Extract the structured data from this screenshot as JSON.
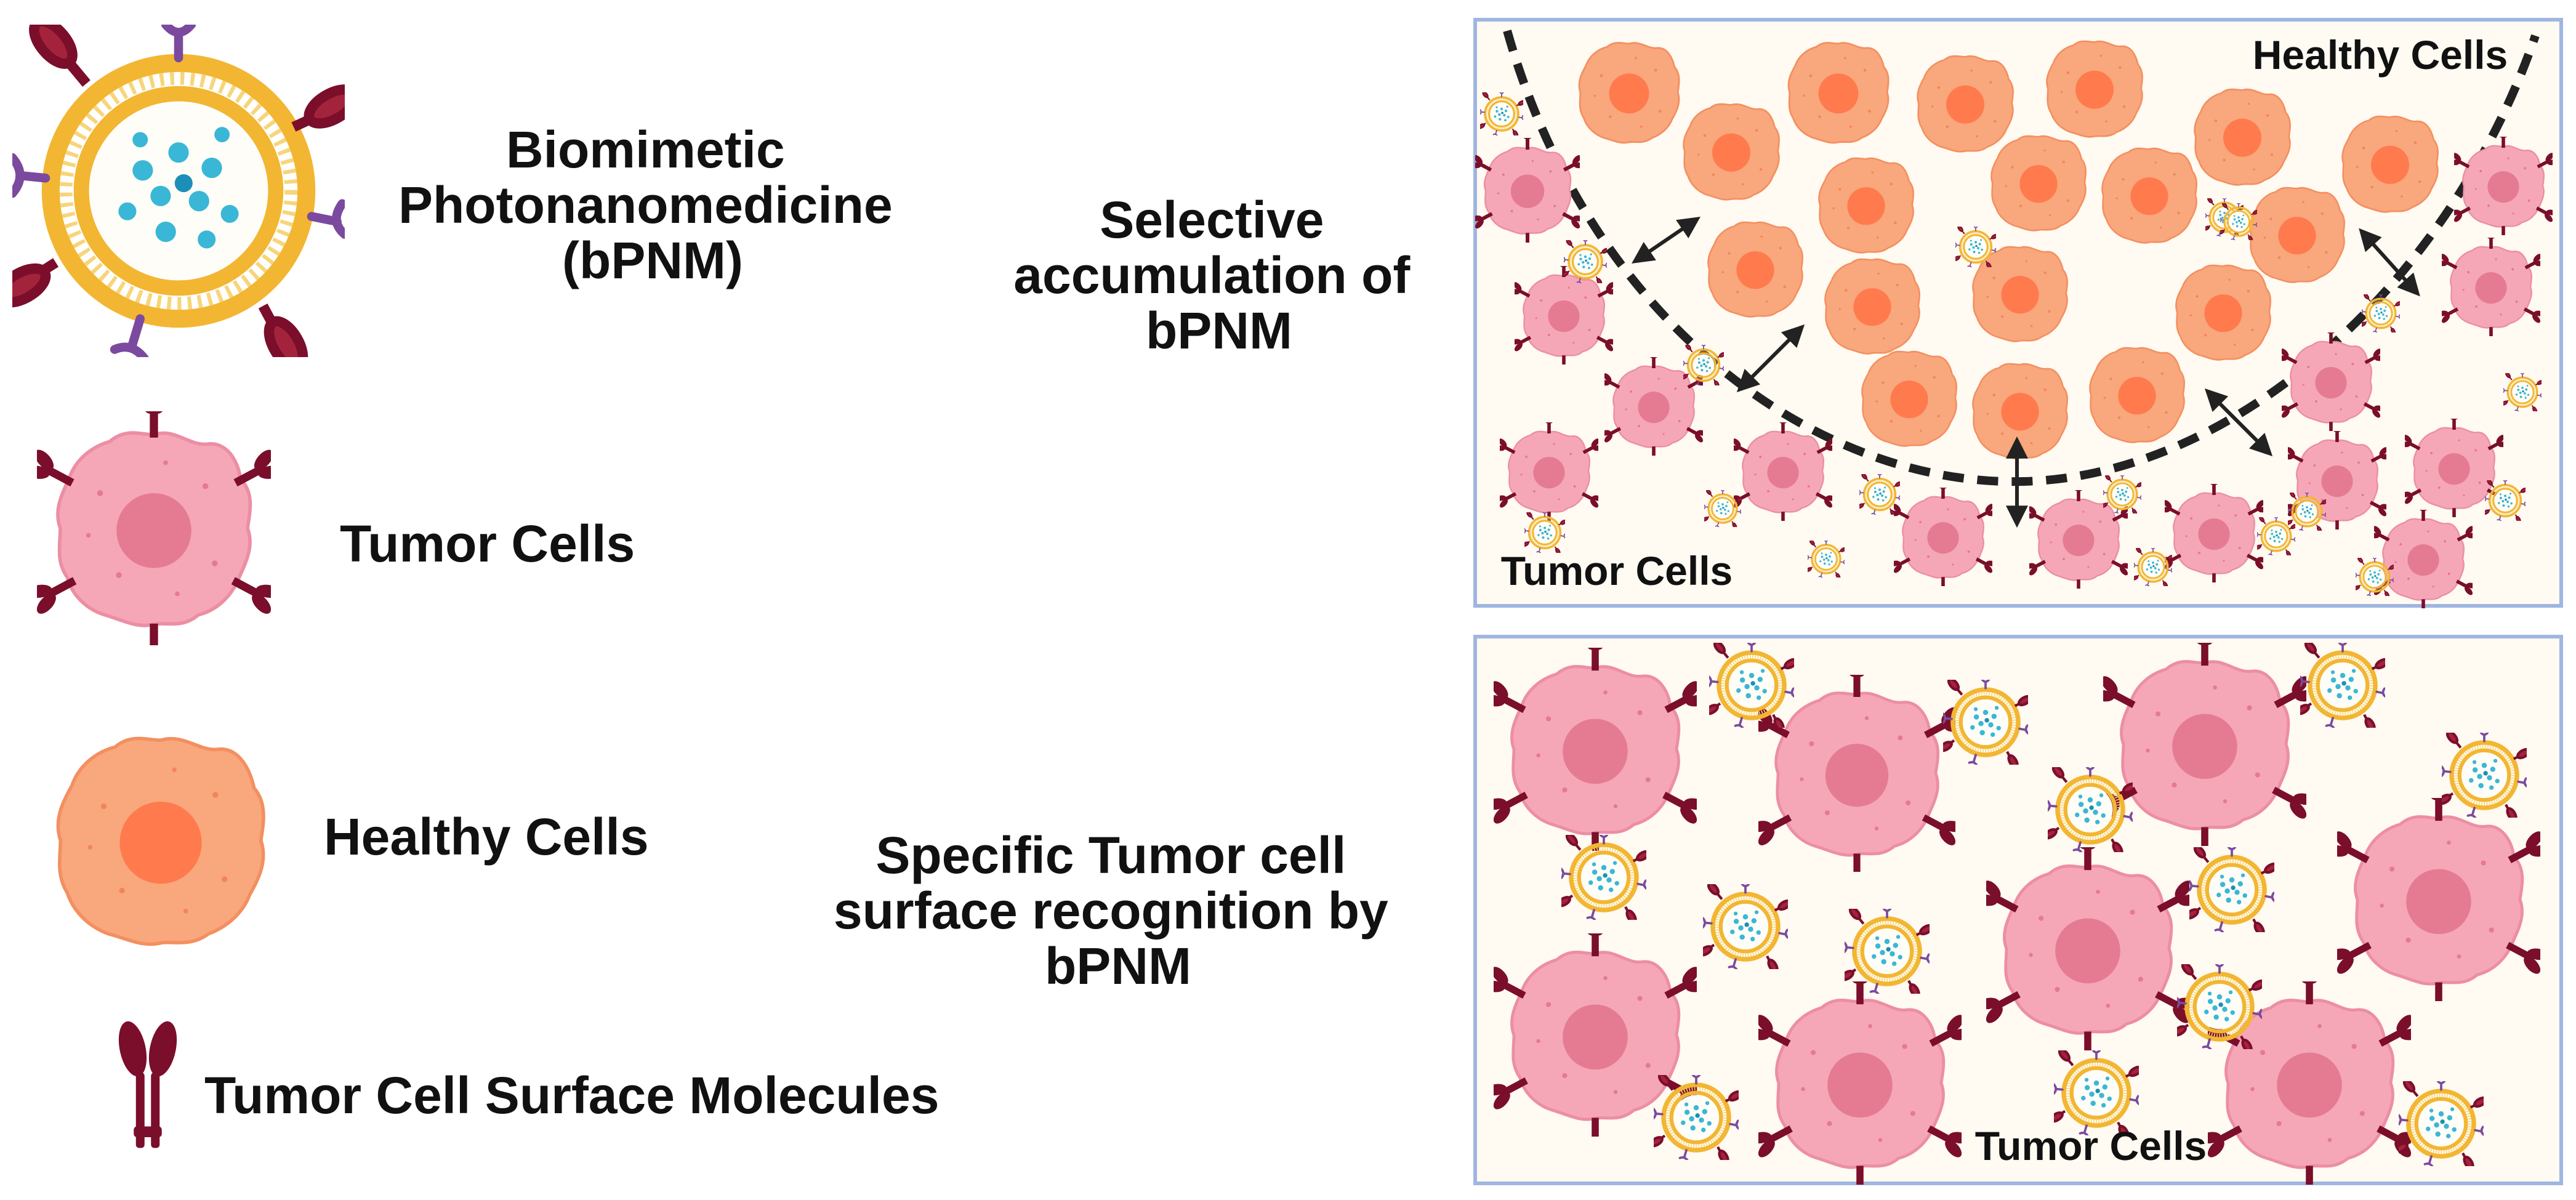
{
  "legend": {
    "bpnm_label": [
      "Biomimetic",
      "Photonanomedicine",
      "(bPNM)"
    ],
    "tumor_label": "Tumor Cells",
    "healthy_label": "Healthy Cells",
    "molecule_label": "Tumor Cell Surface Molecules"
  },
  "middle": {
    "accumulation_text": [
      "Selective",
      "accumulation of",
      "bPNM"
    ],
    "recognition_text": [
      "Specific Tumor cell",
      "surface recognition by",
      "bPNM"
    ]
  },
  "top_panel": {
    "healthy_label": "Healthy Cells",
    "tumor_label": "Tumor Cells"
  },
  "bottom_panel": {
    "tumor_label": "Tumor Cells"
  },
  "colors": {
    "panel_border": "#9fb6e0",
    "panel_fill": "#fffaf2",
    "tumor_cell": "#f5a7b8",
    "tumor_nucleus": "#e57b92",
    "healthy_cell": "#f9a77c",
    "healthy_nucleus": "#ff7a4d",
    "receptor": "#7a0e2b",
    "lipid_shell": "#f2b632",
    "drug_dots": "#3ab7d6",
    "ligand": "#7b4a9e"
  }
}
